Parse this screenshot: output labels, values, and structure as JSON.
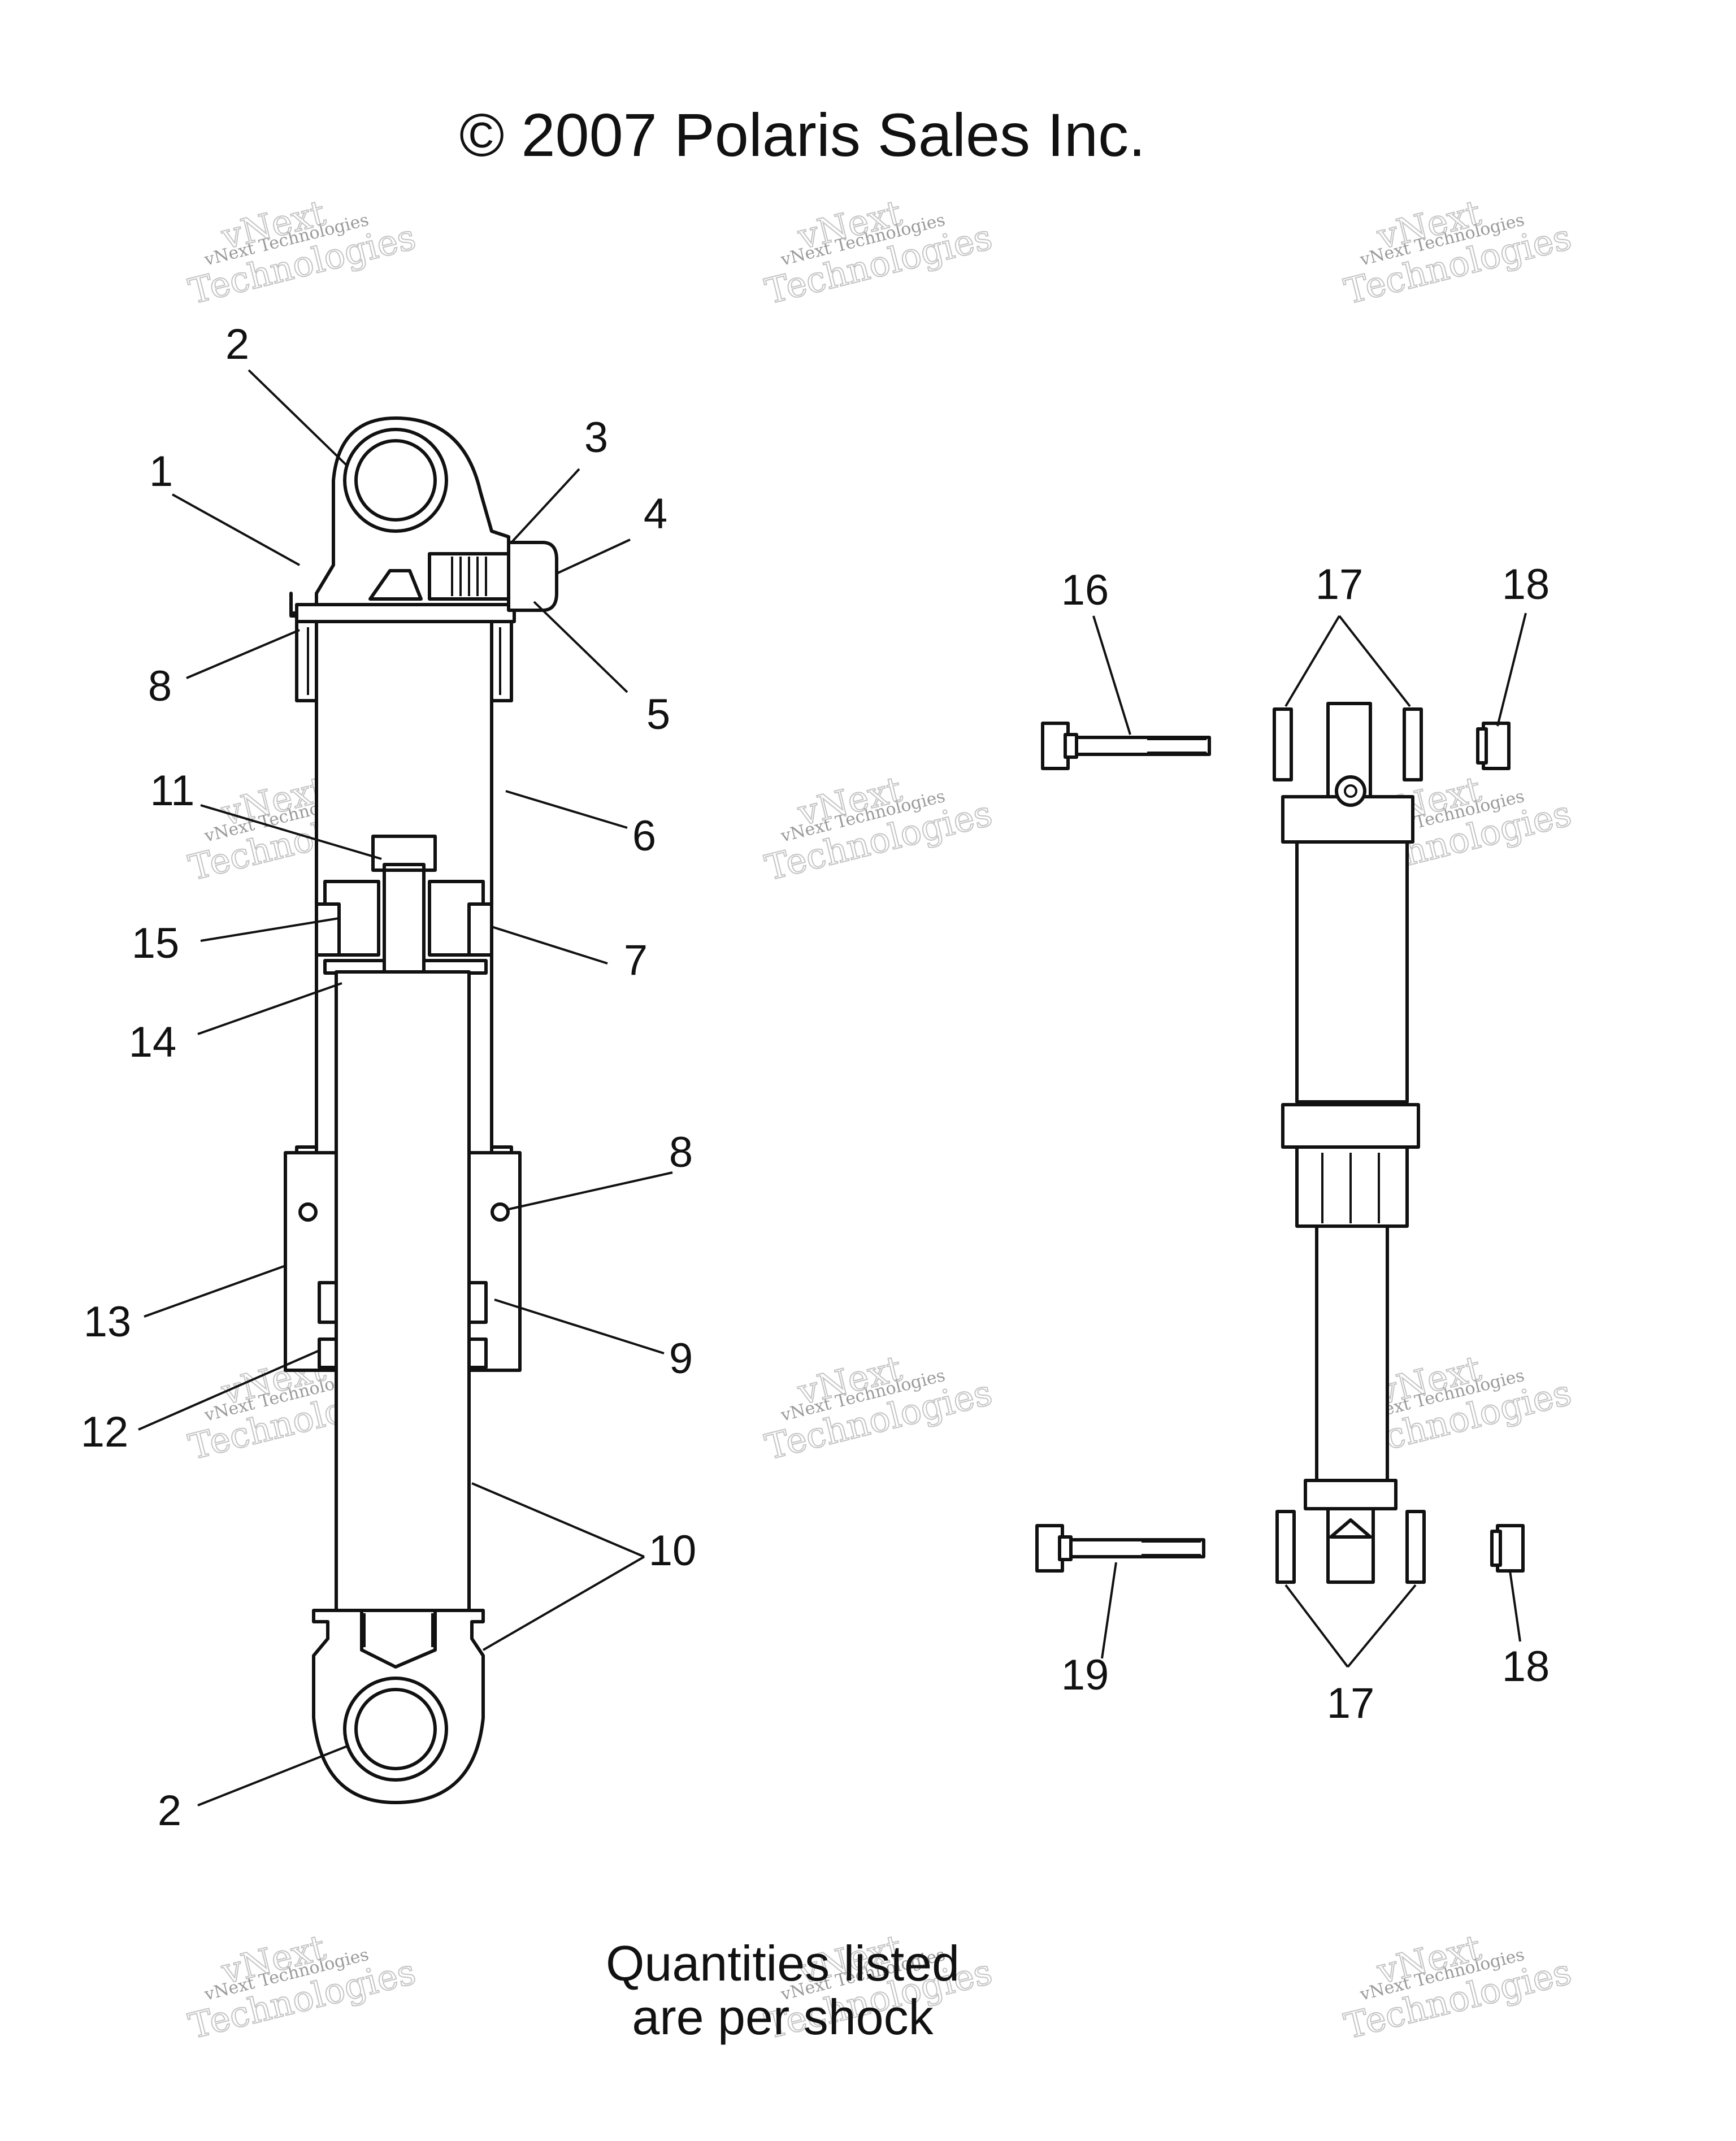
{
  "copyright": "© 2007 Polaris Sales Inc.",
  "note_line1": "Quantities listed",
  "note_line2": "are per shock",
  "watermark": {
    "line1": "vNext Technologies",
    "line2": "vNext",
    "line3": "Technologies"
  },
  "callouts": {
    "c1": "1",
    "c2_top": "2",
    "c2_bottom": "2",
    "c3": "3",
    "c4": "4",
    "c5": "5",
    "c6": "6",
    "c7": "7",
    "c8_top": "8",
    "c8_bottom": "8",
    "c9": "9",
    "c10": "10",
    "c11": "11",
    "c12": "12",
    "c13": "13",
    "c14": "14",
    "c15": "15",
    "c16": "16",
    "c17_top": "17",
    "c17_bottom": "17",
    "c18_top": "18",
    "c18_bottom": "18",
    "c19": "19"
  }
}
